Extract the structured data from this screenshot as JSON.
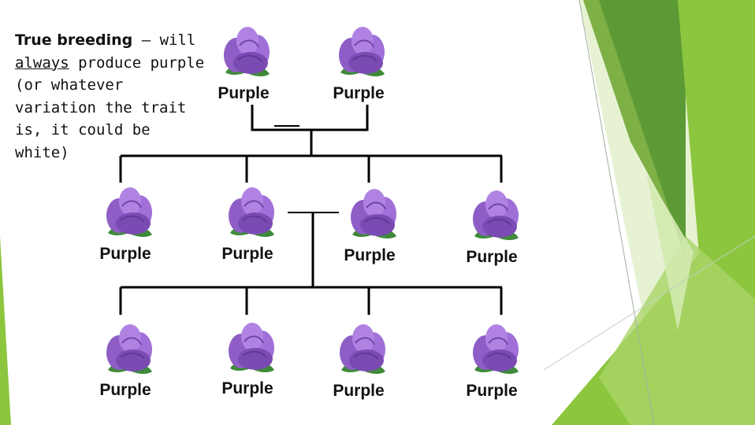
{
  "description_text": {
    "bold": "True breeding",
    "dash": " – will ",
    "underlined": "always",
    "rest": " produce purple (or whatever variation the trait is, it could be white)"
  },
  "diagram": {
    "parents": [
      {
        "label": "Purple"
      },
      {
        "label": "Purple"
      }
    ],
    "f1": [
      {
        "label": "Purple"
      },
      {
        "label": "Purple"
      },
      {
        "label": "Purple"
      },
      {
        "label": "Purple"
      }
    ],
    "f2": [
      {
        "label": "Purple"
      },
      {
        "label": "Purple"
      },
      {
        "label": "Purple"
      },
      {
        "label": "Purple"
      }
    ]
  },
  "colors": {
    "petal": "#9b6ad1",
    "petal_dark": "#6f45a8",
    "leaf": "#3f8a3a",
    "line": "#000000",
    "green_light": "#c9e39a",
    "green_mid": "#8cc63f",
    "green_dark": "#4e8a2b"
  }
}
